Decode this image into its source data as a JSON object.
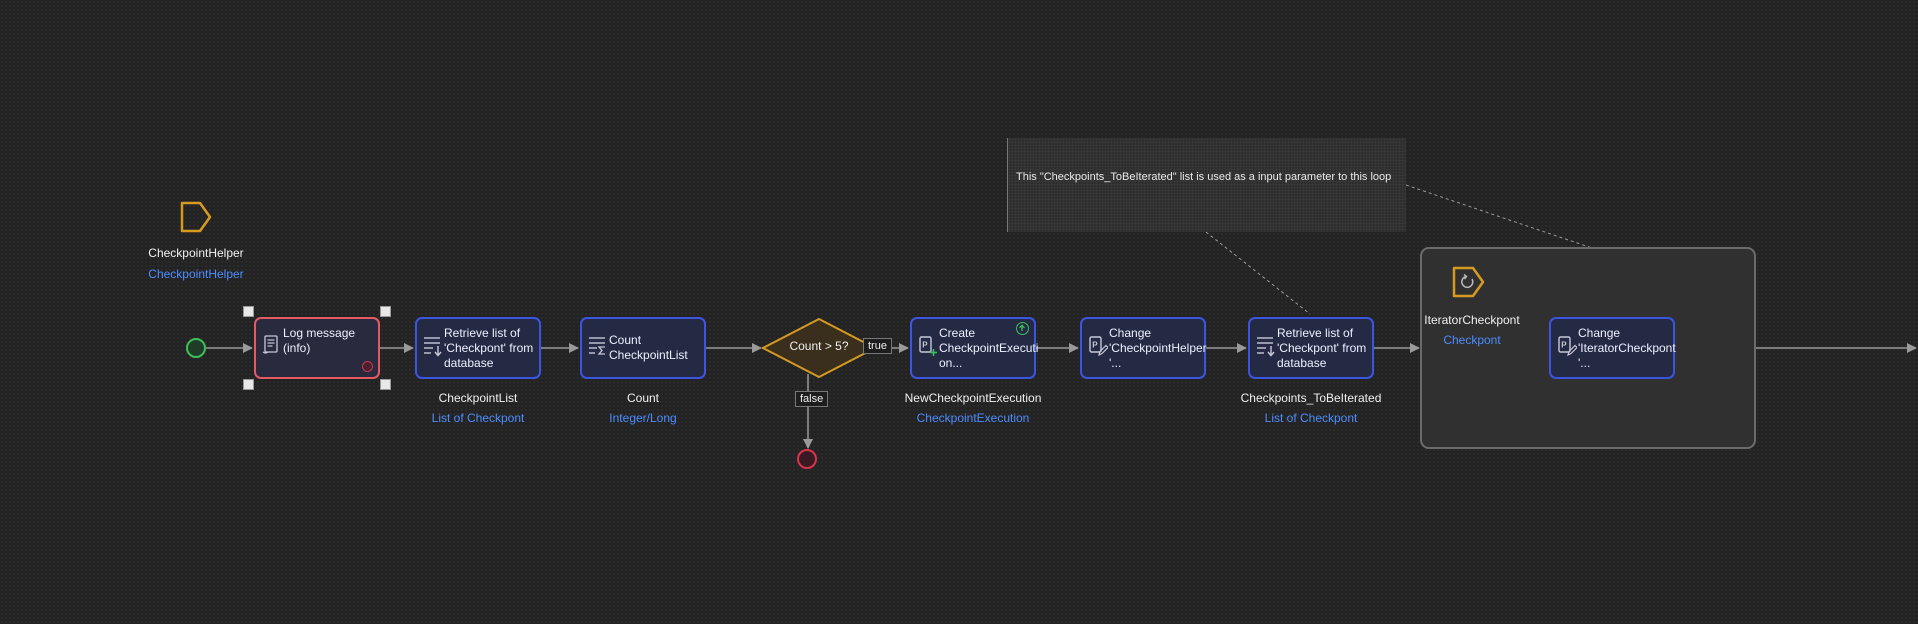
{
  "colors": {
    "background": "#232323",
    "activity_border": "#3b55e0",
    "activity_fill": "#252a44",
    "selected_border": "#e25a62",
    "parameter": "#d69a22",
    "type_text": "#4c8dff",
    "start": "#3fbf5b",
    "end": "#d8344c",
    "flow": "#9a9a9a"
  },
  "parameter": {
    "name": "CheckpointHelper",
    "type": "CheckpointHelper",
    "icon": "parameter-icon"
  },
  "nodes": {
    "log": {
      "label": "Log message\n(info)",
      "icon": "log-icon"
    },
    "retrieve1": {
      "label": "Retrieve list of\n'Checkpont' from\ndatabase",
      "icon": "retrieve-icon",
      "out_name": "CheckpointList",
      "out_type": "List of Checkpont"
    },
    "count": {
      "label": "Count\nCheckpointList",
      "icon": "aggregate-icon",
      "out_name": "Count",
      "out_type": "Integer/Long"
    },
    "create": {
      "label": "Create\nCheckpointExecuti\non...",
      "icon": "create-object-icon",
      "out_name": "NewCheckpointExecution",
      "out_type": "CheckpointExecution"
    },
    "change1": {
      "label": "Change\n'CheckpointHelper\n'...",
      "icon": "change-object-icon"
    },
    "retrieve2": {
      "label": "Retrieve list of\n'Checkpont' from\ndatabase",
      "icon": "retrieve-icon",
      "out_name": "Checkpoints_ToBeIterated",
      "out_type": "List of Checkpont"
    },
    "change2": {
      "label": "Change\n'IteratorCheckpont\n'...",
      "icon": "change-object-icon"
    }
  },
  "gateway": {
    "label": "Count > 5?",
    "true_label": "true",
    "false_label": "false"
  },
  "annotation": {
    "text": "This \"Checkpoints_ToBeIterated\" list is used as a input parameter to this loop"
  },
  "loop": {
    "iterator_name": "IteratorCheckpont",
    "iterator_type": "Checkpont",
    "icon": "loop-icon"
  }
}
